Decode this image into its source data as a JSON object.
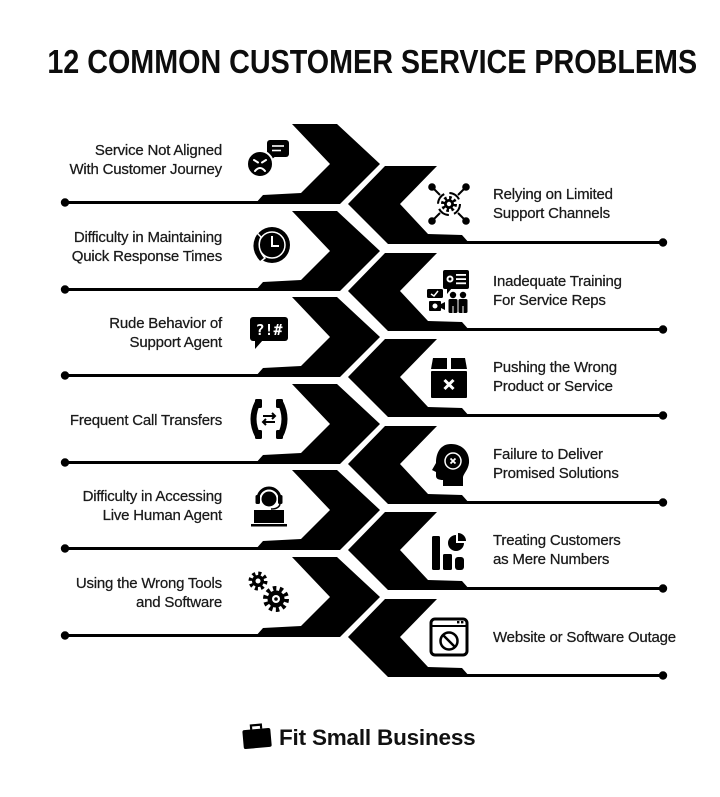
{
  "title": "12 COMMON CUSTOMER SERVICE PROBLEMS",
  "colors": {
    "ink": "#000000",
    "text": "#1a1a1a",
    "background": "#ffffff"
  },
  "left_items": [
    {
      "lines": [
        "Service Not Aligned",
        "With Customer Journey"
      ],
      "icon": "sad-face-chat-icon"
    },
    {
      "lines": [
        "Difficulty in Maintaining",
        "Quick Response Times"
      ],
      "icon": "clock-phone-icon"
    },
    {
      "lines": [
        "Rude Behavior of",
        "Support Agent"
      ],
      "icon": "angry-speech-bubble-icon",
      "icon_text": "?!#"
    },
    {
      "lines": [
        "Frequent Call Transfers"
      ],
      "icon": "call-transfer-icon"
    },
    {
      "lines": [
        "Difficulty in Accessing",
        "Live Human Agent"
      ],
      "icon": "headset-agent-icon"
    },
    {
      "lines": [
        "Using the Wrong Tools",
        "and Software"
      ],
      "icon": "gears-icon"
    }
  ],
  "right_items": [
    {
      "lines": [
        "Relying on Limited",
        "Support Channels"
      ],
      "icon": "gear-network-icon"
    },
    {
      "lines": [
        "Inadequate Training",
        "For Service Reps"
      ],
      "icon": "training-icon"
    },
    {
      "lines": [
        "Pushing the Wrong",
        "Product or Service"
      ],
      "icon": "box-x-icon"
    },
    {
      "lines": [
        "Failure to Deliver",
        "Promised Solutions"
      ],
      "icon": "head-x-icon"
    },
    {
      "lines": [
        "Treating Customers",
        "as Mere Numbers"
      ],
      "icon": "bar-chart-pie-icon"
    },
    {
      "lines": [
        "Website or Software Outage"
      ],
      "icon": "browser-ban-icon"
    }
  ],
  "brand": {
    "name": "Fit Small Business",
    "icon": "briefcase-icon"
  }
}
